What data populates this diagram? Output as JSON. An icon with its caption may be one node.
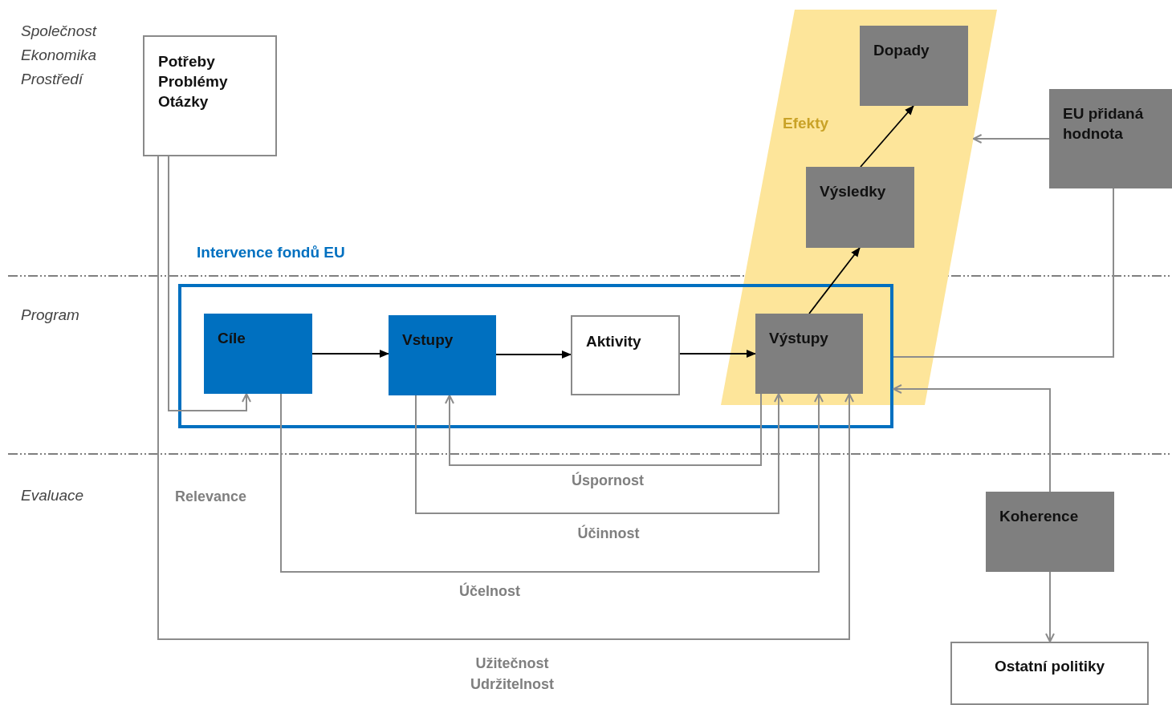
{
  "diagram": {
    "nodes": [
      {
        "text": [
          "Potřeby",
          "Problémy",
          "Otázky"
        ]
      },
      {
        "text": [
          "Efekty"
        ]
      },
      {
        "text": [
          "Dopady"
        ],
        "in": 1
      },
      {
        "text": [
          "Výsledky"
        ],
        "in": 1
      },
      {
        "text": [
          "EU přidaná hodnota"
        ]
      },
      {
        "text": [
          "Intervence fondů EU"
        ]
      },
      {
        "text": [
          "Cíle"
        ],
        "in": 5
      },
      {
        "text": [
          "Vstupy"
        ],
        "in": 5
      },
      {
        "text": [
          "Aktivity"
        ],
        "in": 5
      },
      {
        "text": [
          "Výstupy"
        ]
      },
      {
        "text": [
          "Koherence"
        ]
      },
      {
        "text": [
          "Ostatní politiky"
        ]
      }
    ],
    "edges": [
      {
        "from": 0,
        "to": 6,
        "arrow": "to"
      },
      {
        "from": 6,
        "to": 7,
        "arrow": "to",
        "color": "#000000"
      },
      {
        "from": 7,
        "to": 8,
        "arrow": "to",
        "color": "#000000"
      },
      {
        "from": 8,
        "to": 9,
        "arrow": "to",
        "color": "#000000"
      },
      {
        "from": 9,
        "to": 3,
        "arrow": "to",
        "color": "#000000"
      },
      {
        "from": 3,
        "to": 2,
        "arrow": "to",
        "color": "#000000"
      },
      {
        "from": 4,
        "to": 1,
        "arrow": "to"
      },
      {
        "from": 4,
        "to": 5,
        "arrow": "none"
      },
      {
        "from": 10,
        "to": 5,
        "arrow": "to"
      },
      {
        "from": 10,
        "to": 11,
        "arrow": "to"
      },
      {
        "from": 9,
        "to": 7,
        "arrow": "to",
        "label": "Úspornost"
      },
      {
        "from": 7,
        "to": 9,
        "arrow": "to",
        "label": "Účinnost"
      },
      {
        "from": 6,
        "to": 9,
        "arrow": "to",
        "label": "Účelnost"
      },
      {
        "from": 0,
        "to": 9,
        "arrow": "to",
        "label": "Užitečnost Udržitelnost"
      }
    ],
    "labels": [
      "Společnost",
      "Ekonomika",
      "Prostředí",
      "Program",
      "Evaluace",
      "Relevance"
    ]
  }
}
